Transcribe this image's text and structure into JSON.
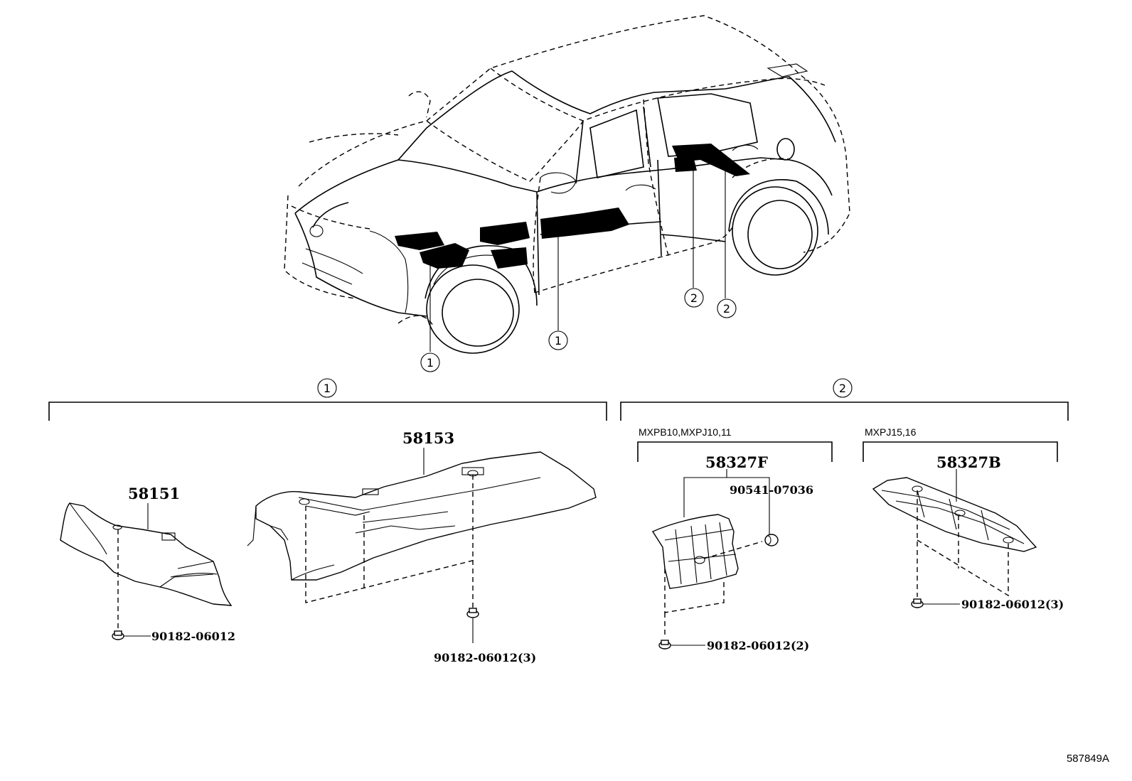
{
  "diagram_id": "587849A",
  "callout_symbols": {
    "one": "①",
    "two": "②"
  },
  "groups": [
    {
      "symbol": "①",
      "parts": [
        {
          "number": "58151",
          "fasteners": [
            "90182-06012"
          ]
        },
        {
          "number": "58153",
          "fasteners": [
            "90182-06012(3)"
          ]
        }
      ]
    },
    {
      "symbol": "②",
      "variants": [
        {
          "models": "MXPB10,MXPJ10,11",
          "part": "58327F",
          "fasteners": [
            "90541-07036",
            "90182-06012(2)"
          ]
        },
        {
          "models": "MXPJ15,16",
          "part": "58327B",
          "fasteners": [
            "90182-06012(3)"
          ]
        }
      ]
    }
  ],
  "labels": {
    "p58151": "58151",
    "f58151": "90182-06012",
    "p58153": "58153",
    "f58153": "90182-06012(3)",
    "v1": "MXPB10,MXPJ10,11",
    "p58327F": "58327F",
    "f90541": "90541-07036",
    "f58327F": "90182-06012(2)",
    "v2": "MXPJ15,16",
    "p58327B": "58327B",
    "f58327B": "90182-06012(3)"
  }
}
